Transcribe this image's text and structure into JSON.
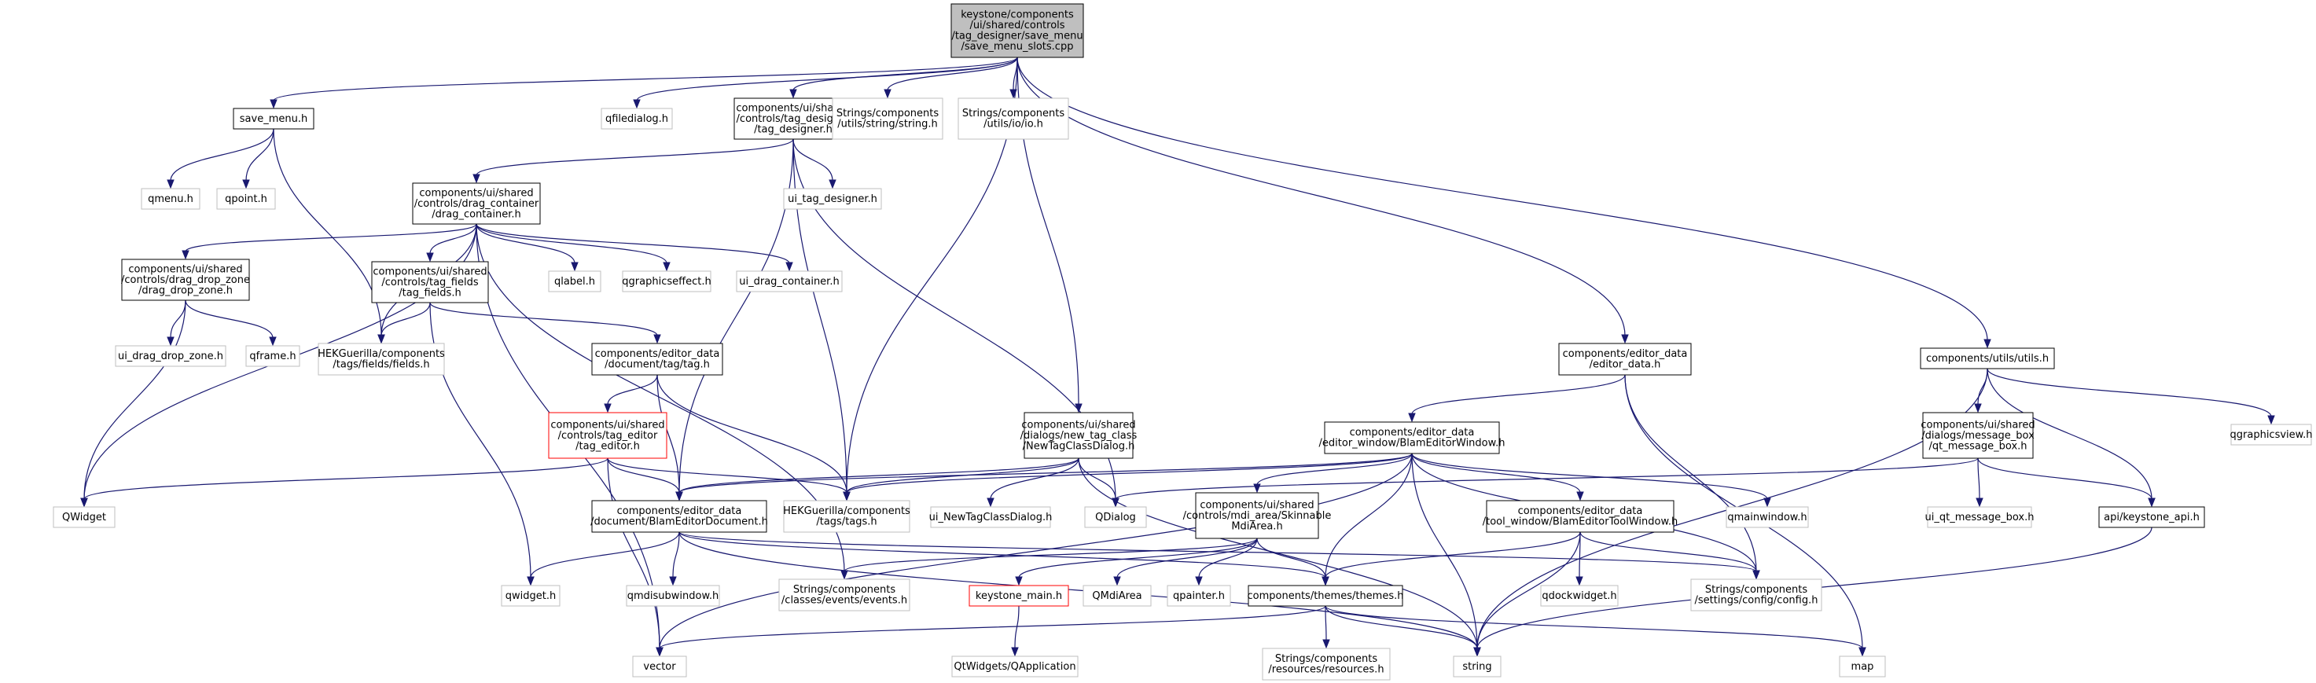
{
  "colors": {
    "edge": "#191970",
    "root_fill": "#bfbfbf",
    "documented_border": "#000000",
    "undocumented_border": "#bfbfbf",
    "truncated_border": "#ff0000"
  },
  "nodes": {
    "root": [
      "keystone/components",
      "/ui/shared/controls",
      "/tag_designer/save_menu",
      "/save_menu_slots.cpp"
    ],
    "save_menu_h": [
      "save_menu.h"
    ],
    "qfiledialog_h": [
      "qfiledialog.h"
    ],
    "tag_designer_h": [
      "components/ui/shared",
      "/controls/tag_designer",
      "/tag_designer.h"
    ],
    "string_h": [
      "Strings/components",
      "/utils/string/string.h"
    ],
    "io_h": [
      "Strings/components",
      "/utils/io/io.h"
    ],
    "qmenu_h": [
      "qmenu.h"
    ],
    "qpoint_h": [
      "qpoint.h"
    ],
    "drag_container_h": [
      "components/ui/shared",
      "/controls/drag_container",
      "/drag_container.h"
    ],
    "ui_tag_designer_h": [
      "ui_tag_designer.h"
    ],
    "drag_drop_zone_h": [
      "components/ui/shared",
      "/controls/drag_drop_zone",
      "/drag_drop_zone.h"
    ],
    "tag_fields_h": [
      "components/ui/shared",
      "/controls/tag_fields",
      "/tag_fields.h"
    ],
    "qlabel_h": [
      "qlabel.h"
    ],
    "qgraphicseffect_h": [
      "qgraphicseffect.h"
    ],
    "ui_drag_container_h": [
      "ui_drag_container.h"
    ],
    "ui_drag_drop_zone_h": [
      "ui_drag_drop_zone.h"
    ],
    "qframe_h": [
      "qframe.h"
    ],
    "fields_h": [
      "HEKGuerilla/components",
      "/tags/fields/fields.h"
    ],
    "tag_h": [
      "components/editor_data",
      "/document/tag/tag.h"
    ],
    "editor_data_h": [
      "components/editor_data",
      "/editor_data.h"
    ],
    "utils_h": [
      "components/utils/utils.h"
    ],
    "qgraphicsview_h": [
      "qgraphicsview.h"
    ],
    "tag_editor_h": [
      "components/ui/shared",
      "/controls/tag_editor",
      "/tag_editor.h"
    ],
    "new_tag_class_h": [
      "components/ui/shared",
      "/dialogs/new_tag_class",
      "/NewTagClassDialog.h"
    ],
    "blam_editor_window_h": [
      "components/editor_data",
      "/editor_window/BlamEditorWindow.h"
    ],
    "qt_message_box_h": [
      "components/ui/shared",
      "/dialogs/message_box",
      "/qt_message_box.h"
    ],
    "qwidget_cap": [
      "QWidget"
    ],
    "blam_editor_document_h": [
      "components/editor_data",
      "/document/BlamEditorDocument.h"
    ],
    "tags_h": [
      "HEKGuerilla/components",
      "/tags/tags.h"
    ],
    "ui_new_tag_class_h": [
      "ui_NewTagClassDialog.h"
    ],
    "qdialog": [
      "QDialog"
    ],
    "skinnable_mdi_h": [
      "components/ui/shared",
      "/controls/mdi_area/Skinnable",
      "MdiArea.h"
    ],
    "blam_editor_tool_window_h": [
      "components/editor_data",
      "/tool_window/BlamEditorToolWindow.h"
    ],
    "qmainwindow_h": [
      "qmainwindow.h"
    ],
    "ui_qt_message_box_h": [
      "ui_qt_message_box.h"
    ],
    "keystone_api_h": [
      "api/keystone_api.h"
    ],
    "qwidget_h": [
      "qwidget.h"
    ],
    "qmdisubwindow_h": [
      "qmdisubwindow.h"
    ],
    "events_h": [
      "Strings/components",
      "/classes/events/events.h"
    ],
    "keystone_main_h": [
      "keystone_main.h"
    ],
    "qmdiarea": [
      "QMdiArea"
    ],
    "qpainter_h": [
      "qpainter.h"
    ],
    "themes_h": [
      "components/themes/themes.h"
    ],
    "qdockwidget_h": [
      "qdockwidget.h"
    ],
    "config_h": [
      "Strings/components",
      "/settings/config/config.h"
    ],
    "qapplication": [
      "QtWidgets/QApplication"
    ],
    "vector": [
      "vector"
    ],
    "resources_h": [
      "Strings/components",
      "/resources/resources.h"
    ],
    "string": [
      "string"
    ],
    "map": [
      "map"
    ]
  }
}
